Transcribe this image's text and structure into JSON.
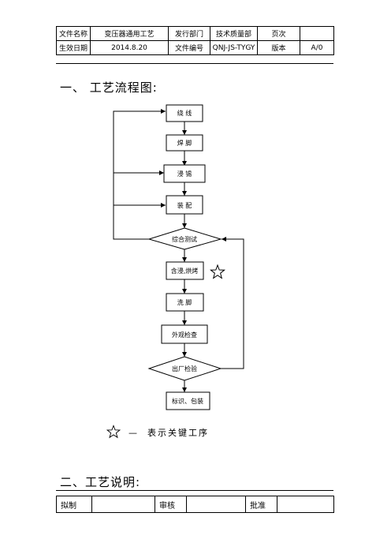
{
  "header": {
    "row1": [
      "文件名称",
      "变压器通用工艺",
      "发行部门",
      "技术质量部",
      "页次",
      ""
    ],
    "row2": [
      "生效日期",
      "2014.8.20",
      "文件编号",
      "QNJ-JS-TYGY",
      "版本",
      "A/0"
    ]
  },
  "section1_title": "一、 工艺流程图:",
  "flow": {
    "steps": [
      "绕 线",
      "焊 脚",
      "浸 锡",
      "装 配",
      "综合测试",
      "含浸,烘烤",
      "洗 脚",
      "外观检查",
      "出厂检验",
      "标识、包装"
    ]
  },
  "legend": {
    "dash": "—",
    "text": "表示关键工序"
  },
  "section2_title": "二、工艺说明:",
  "signoff": {
    "cells": [
      "拟制",
      "",
      "审核",
      "",
      "批准",
      ""
    ]
  }
}
